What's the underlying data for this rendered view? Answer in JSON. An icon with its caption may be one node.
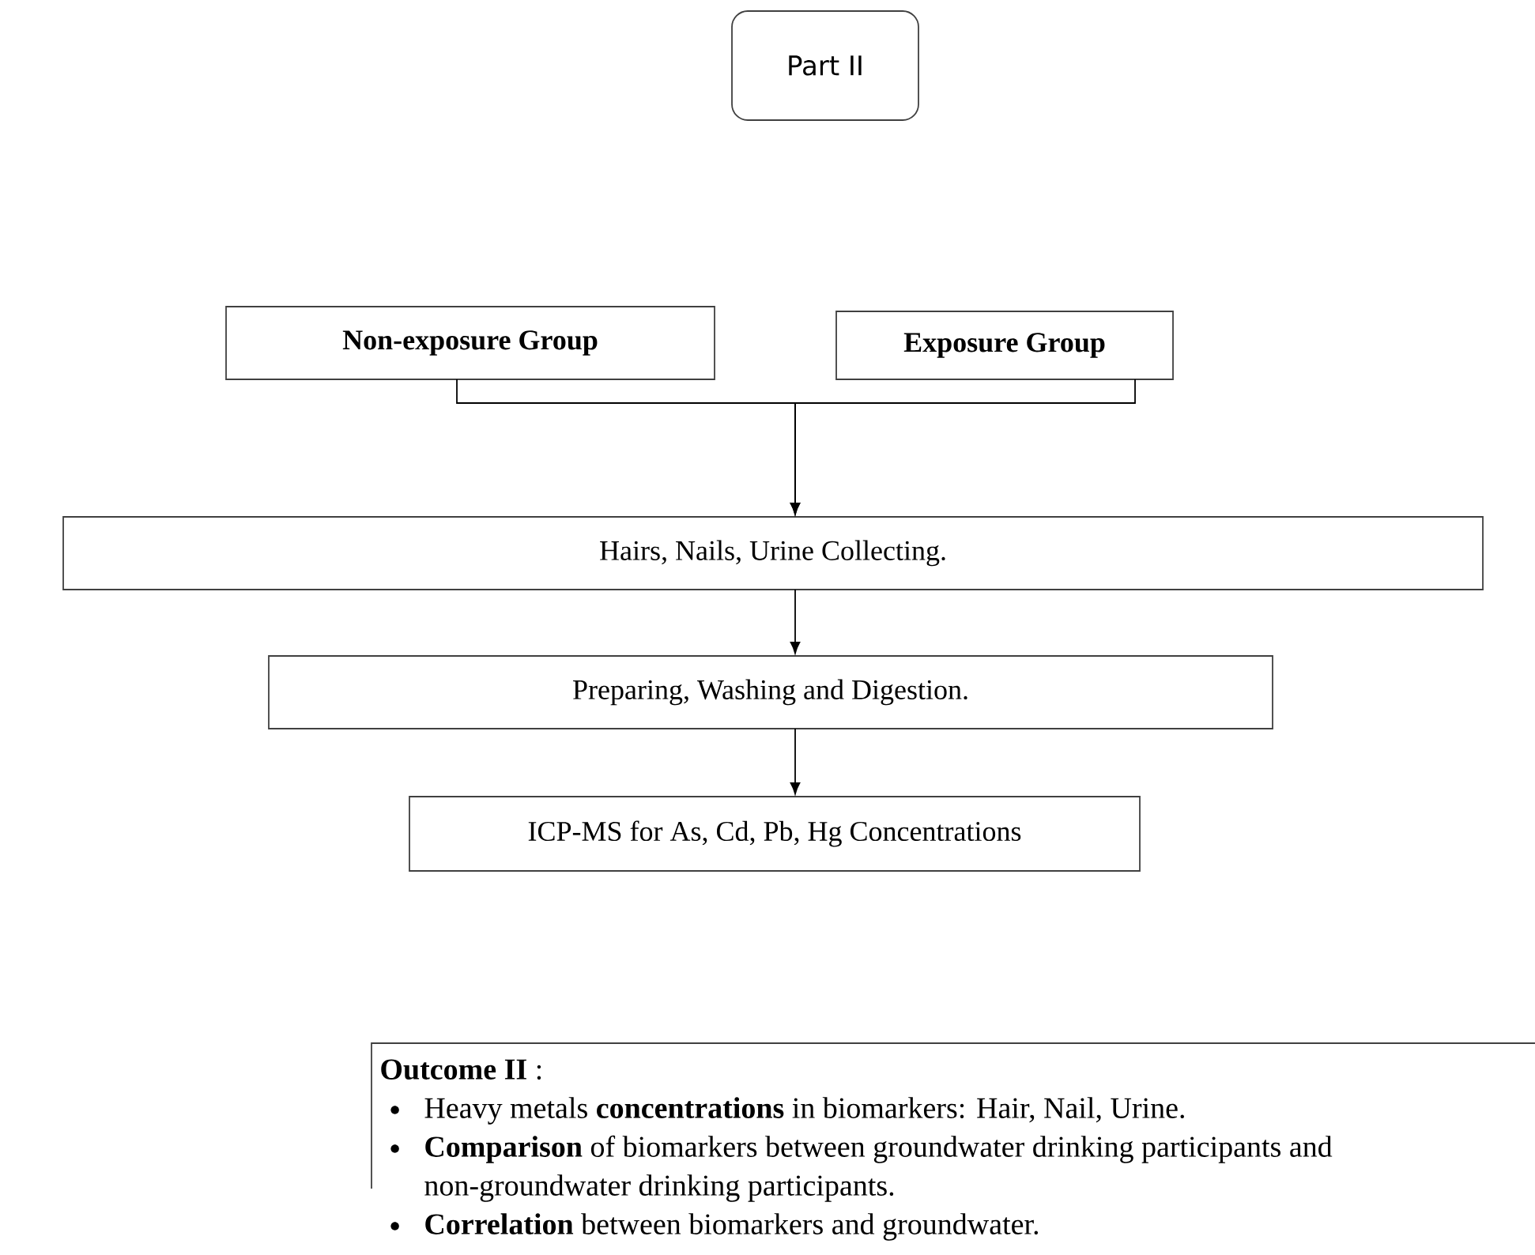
{
  "diagram": {
    "nodes": [
      {
        "text": [
          "Part II"
        ]
      },
      {
        "text": [
          "Non-exposure Group"
        ]
      },
      {
        "text": [
          "Exposure Group"
        ]
      },
      {
        "text": [
          "Hairs, Nails, Urine Collecting."
        ]
      },
      {
        "text": [
          "Preparing, Washing and Digestion."
        ]
      },
      {
        "text": [
          "ICP-MS for As, Cd, Pb, Hg Concentrations"
        ]
      },
      {
        "text": [
          "**Outcome II** :",
          "Heavy metals **concentrations** in biomarkers: Hair, Nail, Urine.",
          "**Comparison** of biomarkers between groundwater drinking participants and non-groundwater drinking participants.",
          "**Correlation** between biomarkers and groundwater."
        ]
      }
    ],
    "edges": [
      {
        "from": 1,
        "to": 3,
        "arrow": "to"
      },
      {
        "from": 2,
        "to": 3,
        "arrow": "to"
      },
      {
        "from": 3,
        "to": 4,
        "arrow": "to"
      },
      {
        "from": 4,
        "to": 5,
        "arrow": "to"
      }
    ]
  }
}
